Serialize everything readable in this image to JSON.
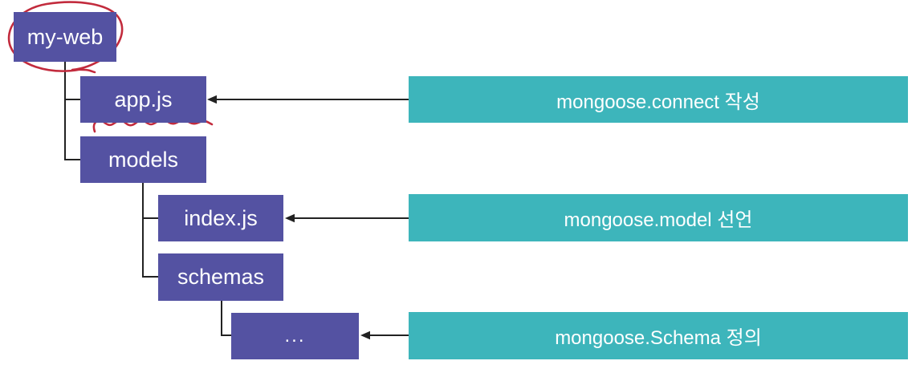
{
  "diagram": {
    "nodes": {
      "my_web": {
        "label": "my-web"
      },
      "app_js": {
        "label": "app.js"
      },
      "models": {
        "label": "models"
      },
      "index_js": {
        "label": "index.js"
      },
      "schemas": {
        "label": "schemas"
      },
      "ellipsis": {
        "label": "..."
      }
    },
    "callouts": {
      "connect": {
        "label": "mongoose.connect 작성"
      },
      "model": {
        "label": "mongoose.model 선언"
      },
      "schema": {
        "label": "mongoose.Schema 정의"
      }
    },
    "colors": {
      "node-color": "#5452a2",
      "callout-color": "#3db5bb",
      "line-color": "#222222",
      "annotation-color": "#c22b3d",
      "text-color": "#ffffff"
    }
  }
}
